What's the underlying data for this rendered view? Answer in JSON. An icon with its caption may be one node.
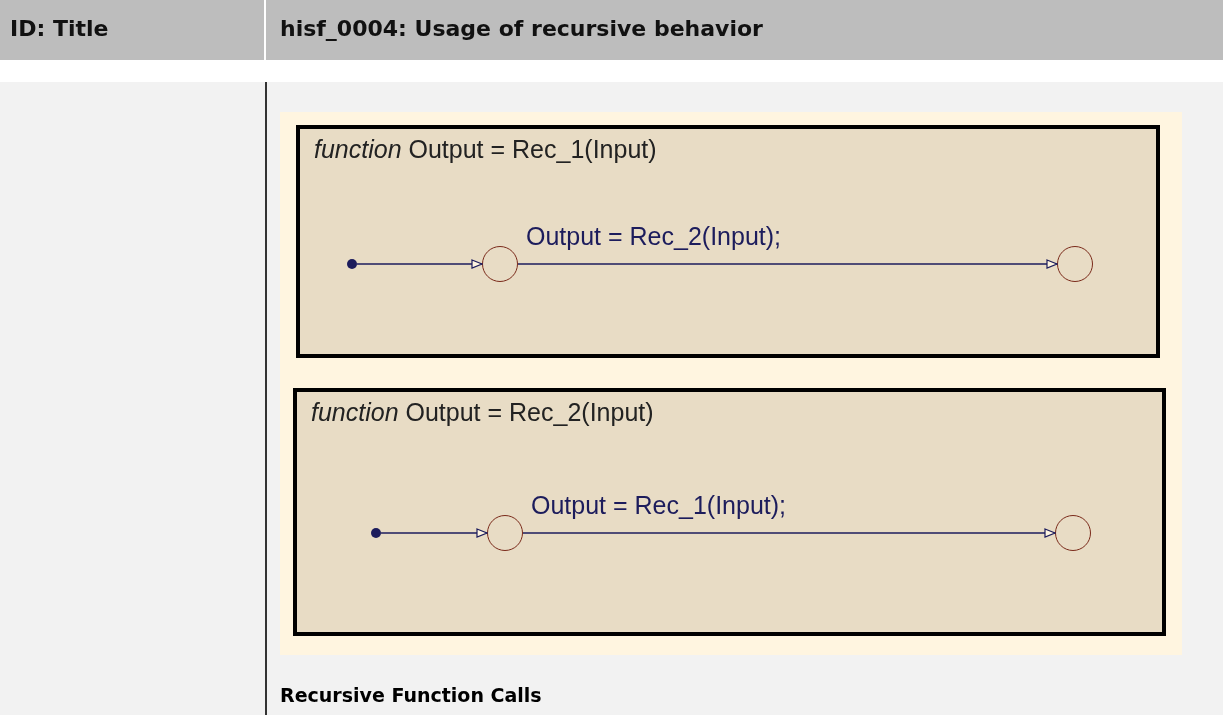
{
  "diagram": {
    "caption": "Recursive Function Calls",
    "nodes": [
      {
        "text": [
          "*function* Output  = Rec_1(Input)"
        ]
      },
      {
        "text": [],
        "shape": "circle",
        "in": 0
      },
      {
        "text": [],
        "shape": "circle",
        "in": 0
      },
      {
        "text": [],
        "shape": "circle",
        "in": 0
      },
      {
        "text": [
          "*function* Output  = Rec_2(Input)"
        ]
      },
      {
        "text": [],
        "shape": "circle",
        "in": 4
      },
      {
        "text": [],
        "shape": "circle",
        "in": 4
      },
      {
        "text": [],
        "shape": "circle",
        "in": 4
      }
    ],
    "edges": [
      {
        "from": 1,
        "to": 2,
        "arrow": "to"
      },
      {
        "from": 2,
        "to": 3,
        "arrow": "to",
        "label": "Output = Rec_2(Input);"
      },
      {
        "from": 5,
        "to": 6,
        "arrow": "to"
      },
      {
        "from": 6,
        "to": 7,
        "arrow": "to",
        "label": "Output = Rec_1(Input);"
      }
    ],
    "labels": [
      "ID: Title",
      "hisf_0004: Usage of recursive behavior"
    ]
  }
}
